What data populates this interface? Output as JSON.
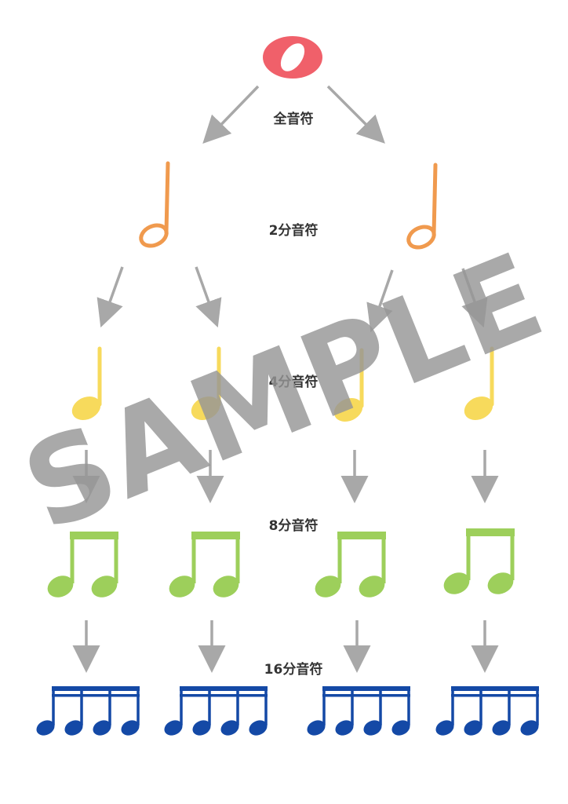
{
  "levels": [
    {
      "id": "whole",
      "label": "全音符",
      "color": "#F0606A",
      "count": 1
    },
    {
      "id": "half",
      "label": "2分音符",
      "color": "#F09A4E",
      "count": 2
    },
    {
      "id": "quarter",
      "label": "4分音符",
      "color": "#F7DA5C",
      "count": 4
    },
    {
      "id": "eighth",
      "label": "8分音符",
      "color": "#9DCF5B",
      "count": 4
    },
    {
      "id": "sixteenth",
      "label": "16分音符",
      "color": "#1449A6",
      "count": 4
    }
  ],
  "arrow_color": "#A8A8A8",
  "watermark": "SAMPLE",
  "watermark_color": "#969696"
}
